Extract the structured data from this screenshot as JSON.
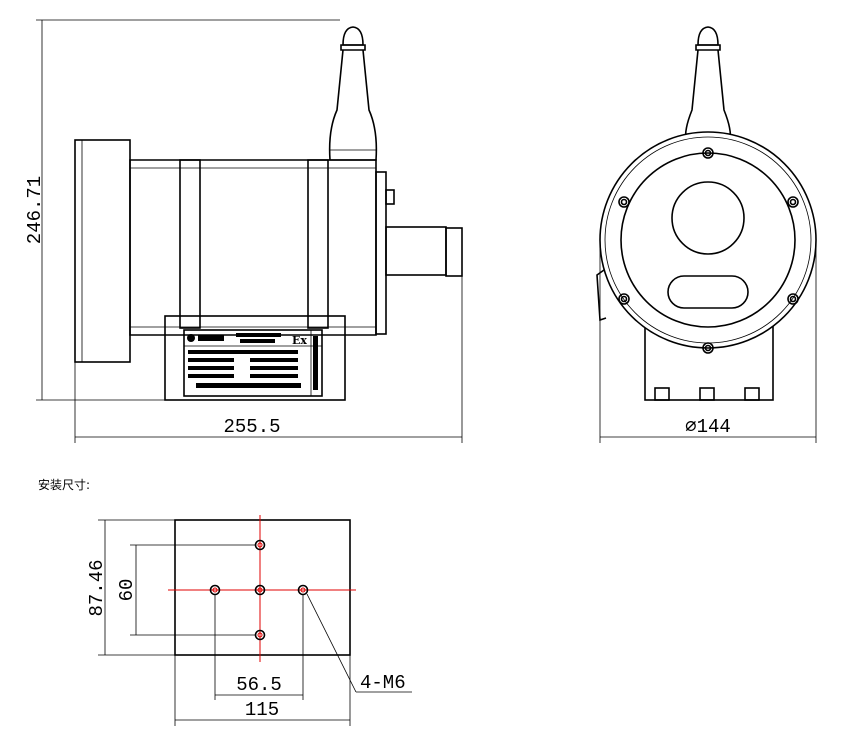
{
  "side_view": {
    "height_dim": "246.71",
    "length_dim": "255.5",
    "nameplate_mark": "Ex"
  },
  "front_view": {
    "diameter_dim": "⌀144"
  },
  "mounting": {
    "caption": "安装尺寸:",
    "height_dim": "87.46",
    "hole_spacing_v": "60",
    "hole_spacing_h": "56.5",
    "width_dim": "115",
    "thread_label": "4-M6"
  },
  "colors": {
    "line": "#000000",
    "centerline": "#e00000"
  }
}
